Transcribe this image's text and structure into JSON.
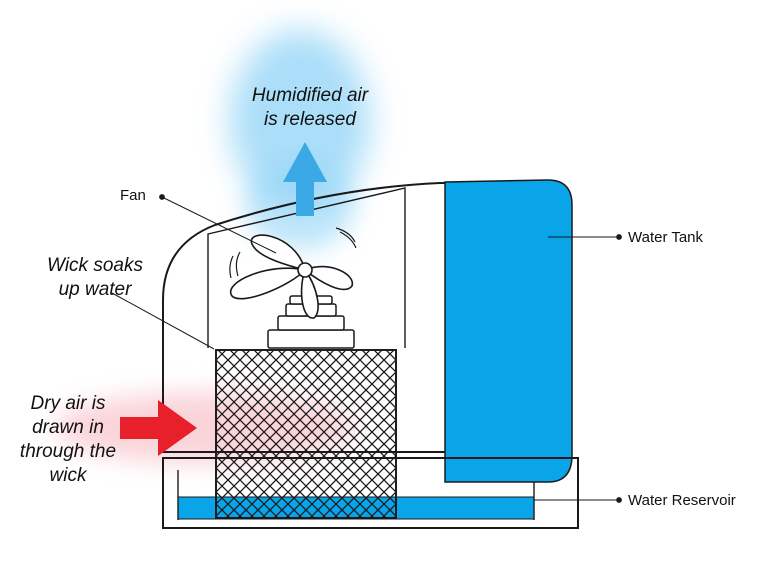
{
  "labels": {
    "humidified_air": [
      "Humidified air",
      "is released"
    ],
    "fan": "Fan",
    "wick": [
      "Wick soaks",
      "up water"
    ],
    "dry_air": [
      "Dry air is",
      "drawn in",
      "through the",
      "wick"
    ],
    "water_tank": "Water Tank",
    "water_reservoir": "Water Reservoir"
  },
  "colors": {
    "water": "#0AA5E8",
    "arrow_out": "#3BA9E6",
    "arrow_in": "#E8202C",
    "stroke": "#1a1a1a",
    "mist": "#8FD3F7",
    "warm_glow": "#F7B8C0"
  }
}
